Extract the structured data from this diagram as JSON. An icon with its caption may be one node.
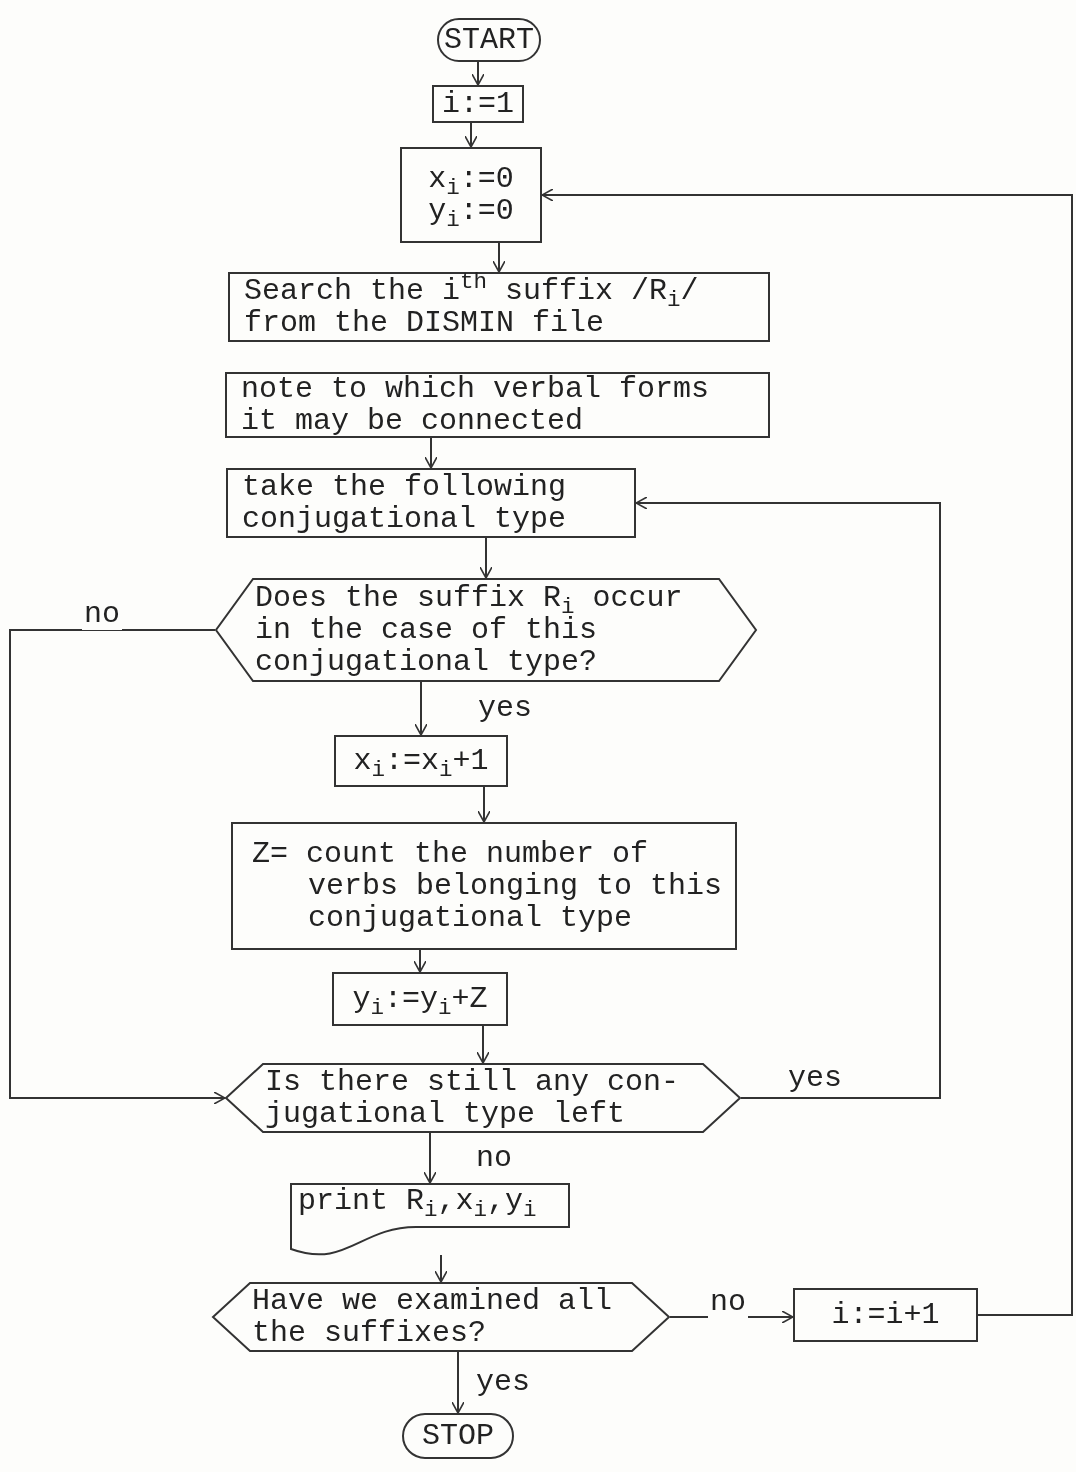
{
  "diagram": {
    "nodes": [
      {
        "text": [
          "START"
        ]
      },
      {
        "text": [
          "i:=1"
        ]
      },
      {
        "text": [
          "x$_{i}$:=0",
          "y$_{i}$:=0"
        ]
      },
      {
        "text": [
          "Search the i$^{th}$ suffix /R$_{i}$/ from the DISMIN file"
        ]
      },
      {
        "text": [
          "note to which verbal forms it may be connected"
        ]
      },
      {
        "text": [
          "take the following conjugational type"
        ]
      },
      {
        "text": [
          "Does the suffix R$_{i}$ occur in the case of this conjugational type?"
        ]
      },
      {
        "text": [
          "x$_{i}$:=x$_{i}$+1"
        ]
      },
      {
        "text": [
          "Z= count the number of verbs belonging to this conjugational type"
        ]
      },
      {
        "text": [
          "y$_{i}$:=y$_{i}$+Z"
        ]
      },
      {
        "text": [
          "Is there still any con- jugational type left"
        ]
      },
      {
        "text": [
          "print R$_{i}$,x$_{i}$,y$_{i}$"
        ]
      },
      {
        "text": [
          "Have we examined all the suffixes?"
        ]
      },
      {
        "text": [
          "i:=i+1"
        ]
      },
      {
        "text": [
          "STOP"
        ]
      }
    ],
    "edges": [
      {
        "from": 0,
        "to": 1,
        "arrow": "to"
      },
      {
        "from": 1,
        "to": 2,
        "arrow": "to"
      },
      {
        "from": 2,
        "to": 3,
        "arrow": "to"
      },
      {
        "from": 4,
        "to": 5,
        "arrow": "to"
      },
      {
        "from": 5,
        "to": 6,
        "arrow": "to"
      },
      {
        "from": 6,
        "to": 7,
        "arrow": "to",
        "label": "yes"
      },
      {
        "from": 6,
        "to": 10,
        "arrow": "to",
        "label": "no"
      },
      {
        "from": 7,
        "to": 8,
        "arrow": "to"
      },
      {
        "from": 8,
        "to": 9,
        "arrow": "to"
      },
      {
        "from": 9,
        "to": 10,
        "arrow": "to"
      },
      {
        "from": 10,
        "to": 5,
        "arrow": "to",
        "label": "yes"
      },
      {
        "from": 10,
        "to": 11,
        "arrow": "to",
        "label": "no"
      },
      {
        "from": 11,
        "to": 12,
        "arrow": "to"
      },
      {
        "from": 12,
        "to": 13,
        "arrow": "to",
        "label": "no"
      },
      {
        "from": 12,
        "to": 14,
        "arrow": "to",
        "label": "yes"
      },
      {
        "from": 13,
        "to": 2,
        "arrow": "to"
      }
    ]
  }
}
